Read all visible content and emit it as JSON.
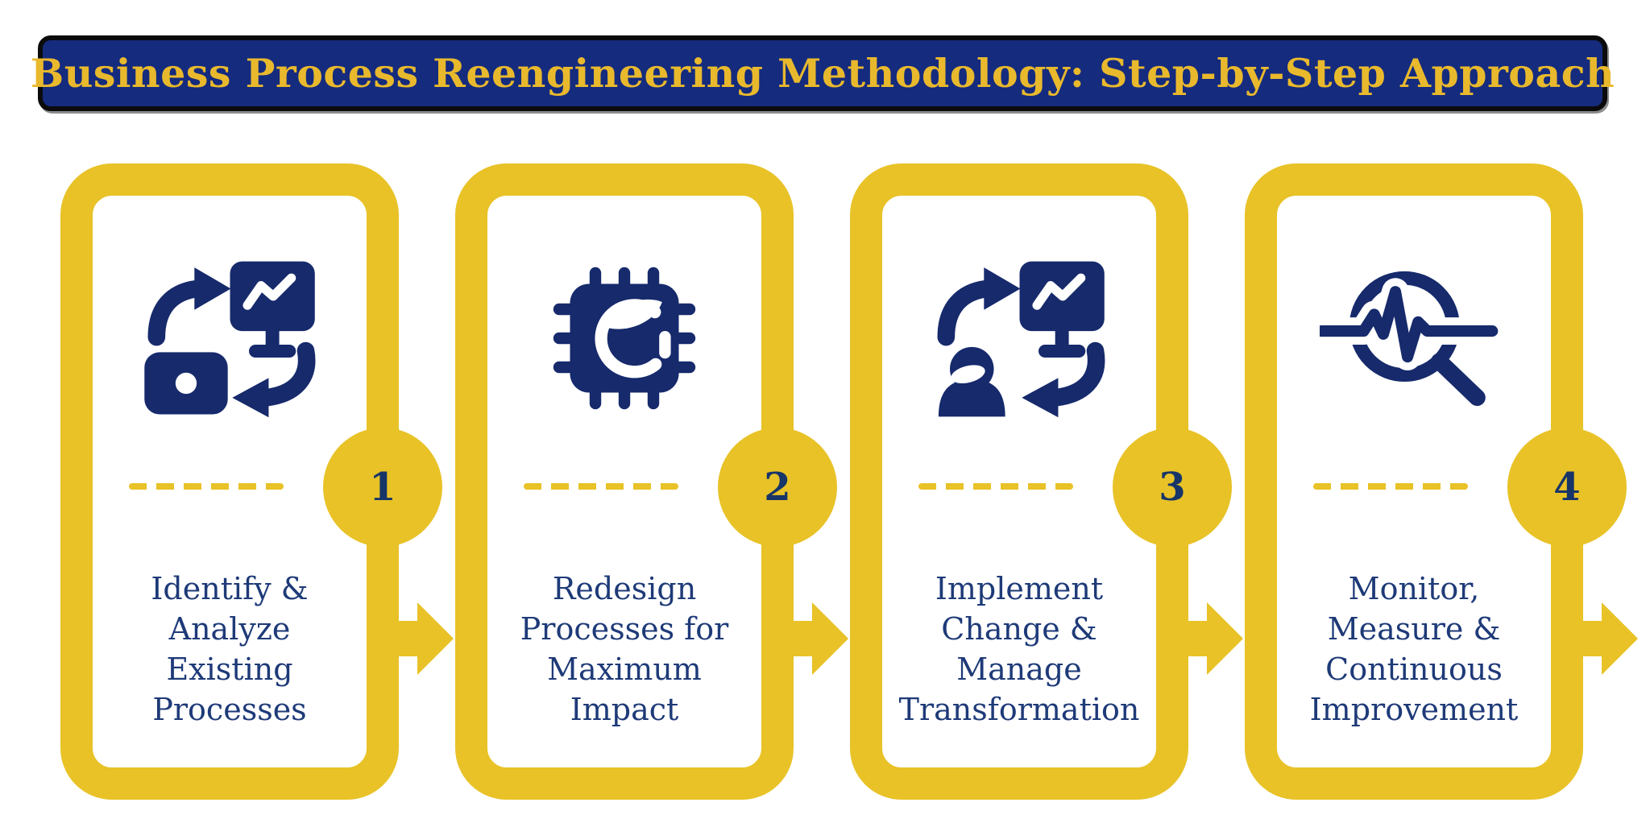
{
  "title": "Business Process Reengineering Methodology: Step-by-Step Approach",
  "colors": {
    "banner_navy": "#152b7e",
    "icon_navy": "#162a6c",
    "text_navy": "#1e3a78",
    "gold": "#e8c227",
    "title_gold": "#e9b92d",
    "border_black": "#0b0b0b",
    "background": "#ffffff"
  },
  "steps": [
    {
      "number": "1",
      "icon": "process-sync-monitor-icon",
      "label": "Identify & Analyze Existing Processes",
      "lines": [
        "Identify &",
        "Analyze",
        "Existing",
        "Processes"
      ]
    },
    {
      "number": "2",
      "icon": "processor-chip-icon",
      "label": "Redesign Processes for Maximum Impact",
      "lines": [
        "Redesign",
        "Processes for",
        "Maximum",
        "Impact"
      ]
    },
    {
      "number": "3",
      "icon": "person-sync-monitor-icon",
      "label": "Implement Change & Manage Transformation",
      "lines": [
        "Implement",
        "Change &",
        "Manage",
        "Transformation"
      ]
    },
    {
      "number": "4",
      "icon": "pulse-magnifier-icon",
      "label": "Monitor, Measure & Continuous Improvement",
      "lines": [
        "Monitor,",
        "Measure &",
        "Continuous",
        "Improvement"
      ]
    }
  ]
}
